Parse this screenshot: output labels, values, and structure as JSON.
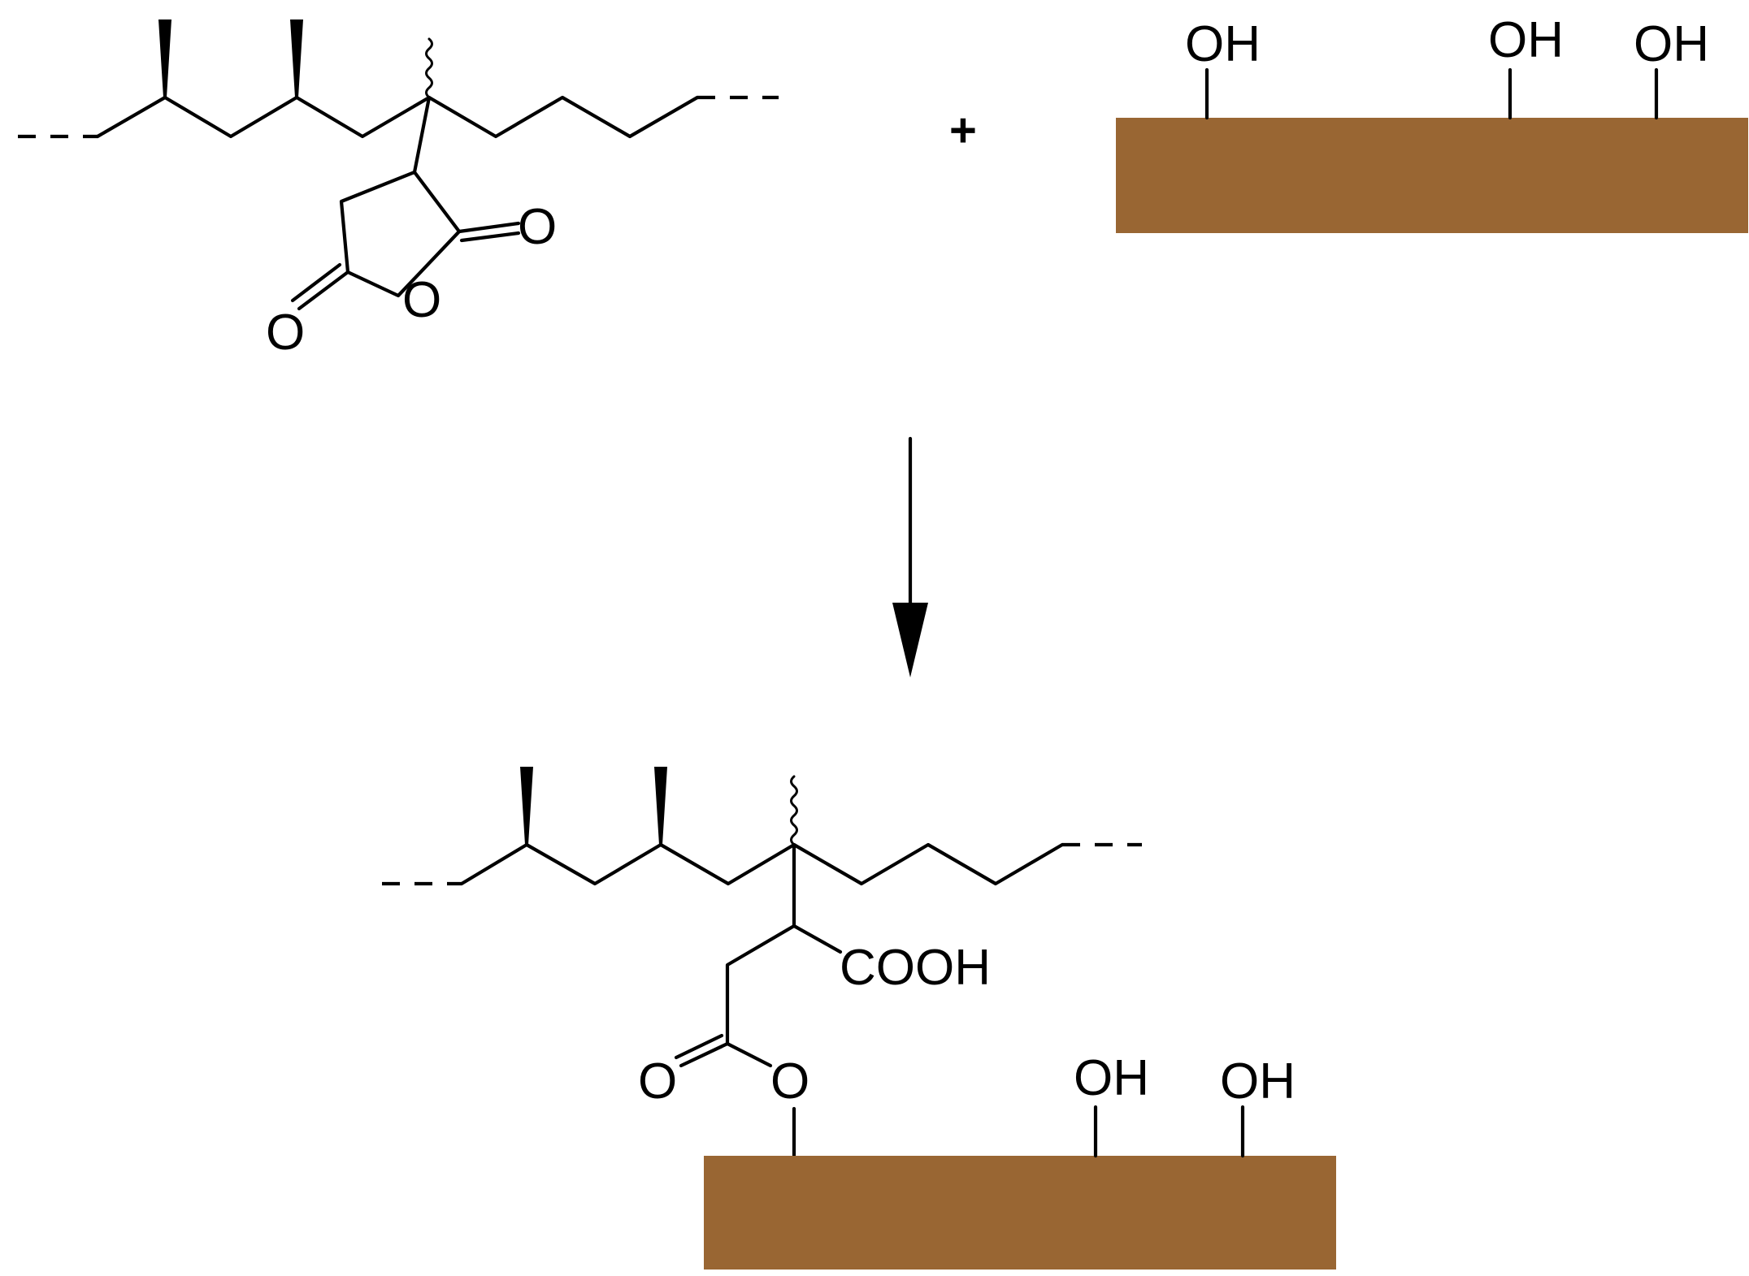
{
  "colors": {
    "surface": "#996633",
    "ink": "#000000"
  },
  "reactants": {
    "polymer": {
      "carbonyl_o_right": "O",
      "ring_o": "O",
      "carbonyl_o_left": "O"
    },
    "plus": "+",
    "surface": {
      "hydroxyls": [
        "OH",
        "OH",
        "OH"
      ]
    }
  },
  "product": {
    "polymer": {
      "acid_group": "COOH",
      "ester_carbonyl_o": "O",
      "ester_o": "O"
    },
    "surface": {
      "hydroxyls": [
        "OH",
        "OH"
      ]
    }
  }
}
